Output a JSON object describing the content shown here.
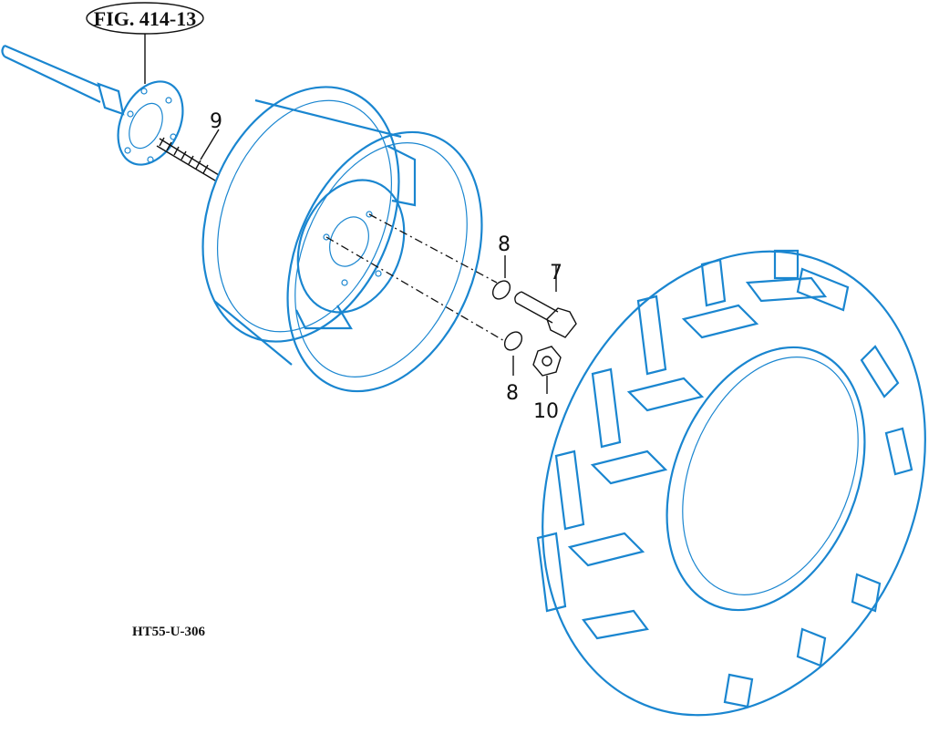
{
  "figure_ref": "FIG. 414-13",
  "drawing_code": "HT55-U-306",
  "callouts": {
    "stud": "9",
    "washer_upper": "8",
    "bolt": "7",
    "washer_lower": "8",
    "nut": "10"
  },
  "colors": {
    "line": "#1a86d0",
    "ink": "#111111"
  }
}
